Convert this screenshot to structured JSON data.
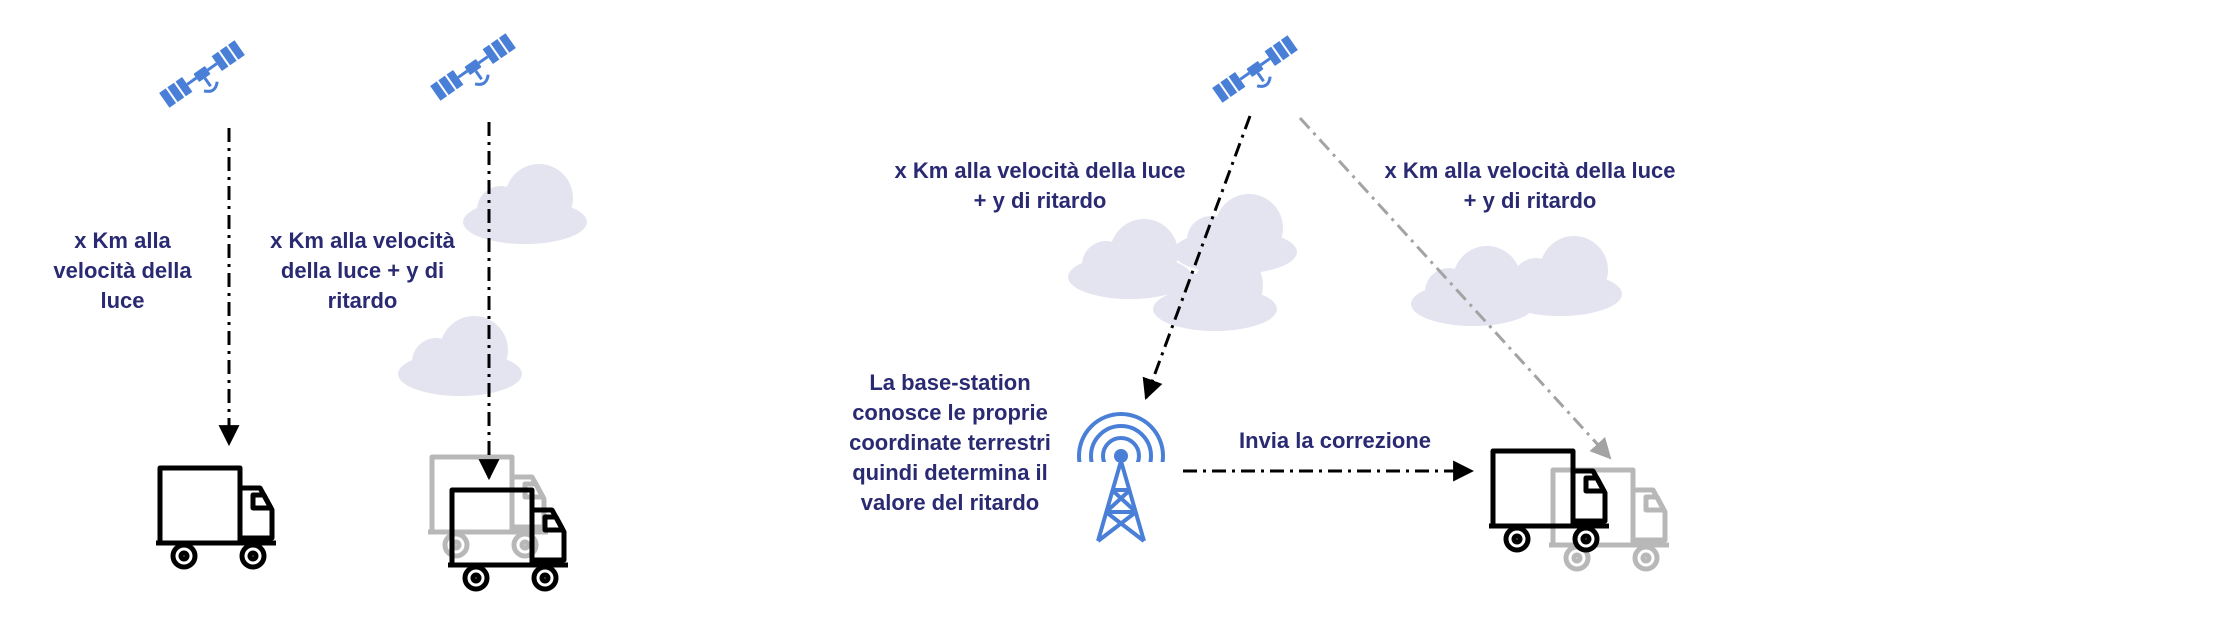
{
  "colors": {
    "text": "#2a2a73",
    "satellite": "#4a7fd8",
    "antenna": "#4a7fd8",
    "cloud": "#dfe0ee",
    "truck": "#000000",
    "truck_ghost": "#b8b8b8",
    "arrow_gray": "#a3a3a3"
  },
  "icons": [
    "satellite-icon",
    "cloud-icon",
    "truck-icon",
    "antenna-tower-icon"
  ],
  "labels": {
    "scene1": [
      "x Km alla",
      "velocità della",
      "luce"
    ],
    "scene2": [
      "x Km alla velocità",
      "della luce + y di",
      "ritardo"
    ],
    "scene3_left": [
      "x Km alla velocità della luce",
      "+ y di ritardo"
    ],
    "scene3_right": [
      "x Km alla velocità della luce",
      "+ y di ritardo"
    ],
    "base_station": [
      "La base-station",
      "conosce le proprie",
      "coordinate terrestri",
      "quindi determina il",
      "valore del ritardo"
    ],
    "correction": "Invia la correzione"
  }
}
